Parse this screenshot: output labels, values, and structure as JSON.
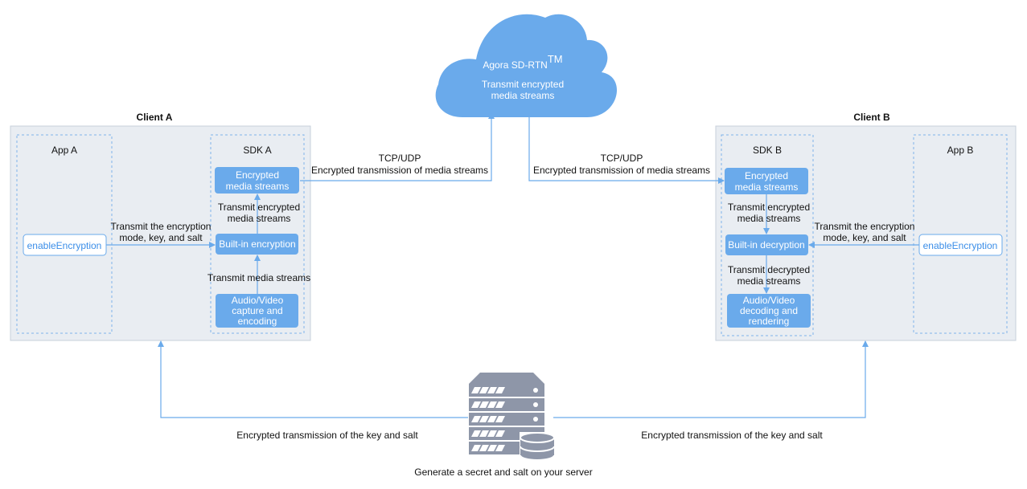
{
  "cloud": {
    "title": "Agora SD-RTN",
    "title_sup": "TM",
    "line1": "Transmit encrypted",
    "line2": "media streams"
  },
  "client_a": {
    "title": "Client A",
    "app": {
      "title": "App A",
      "button": "enableEncryption"
    },
    "sdk": {
      "title": "SDK A",
      "encrypted_box": [
        "Encrypted",
        "media streams"
      ],
      "builtin_box": "Built-in encryption",
      "av_box": [
        "Audio/Video",
        "capture and",
        "encoding"
      ],
      "step_encrypted": [
        "Transmit encrypted",
        "media streams"
      ],
      "step_media": "Transmit media streams"
    },
    "app_to_sdk": [
      "Transmit the encryption",
      "mode, key, and salt"
    ]
  },
  "client_b": {
    "title": "Client B",
    "app": {
      "title": "App B",
      "button": "enableEncryption"
    },
    "sdk": {
      "title": "SDK B",
      "encrypted_box": [
        "Encrypted",
        "media streams"
      ],
      "builtin_box": "Built-in decryption",
      "av_box": [
        "Audio/Video",
        "decoding and",
        "rendering"
      ],
      "step_encrypted": [
        "Transmit encrypted",
        "media streams"
      ],
      "step_decrypted": [
        "Transmit decrypted",
        "media streams"
      ]
    },
    "app_to_sdk": [
      "Transmit the encryption",
      "mode, key, and salt"
    ]
  },
  "links": {
    "a_to_cloud": [
      "TCP/UDP",
      "Encrypted transmission of media streams"
    ],
    "cloud_to_b": [
      "TCP/UDP",
      "Encrypted transmission of media streams"
    ]
  },
  "server": {
    "caption": "Generate a secret and salt on your server",
    "left_label": "Encrypted transmission of the key and salt",
    "right_label": "Encrypted transmission of the key and salt"
  },
  "colors": {
    "box_fill": "#6aaaeb",
    "panel_fill": "#e9edf2",
    "dash_border": "#7fb2ea",
    "cloud_fill": "#6aaaeb",
    "arrow": "#6aaaeb"
  }
}
